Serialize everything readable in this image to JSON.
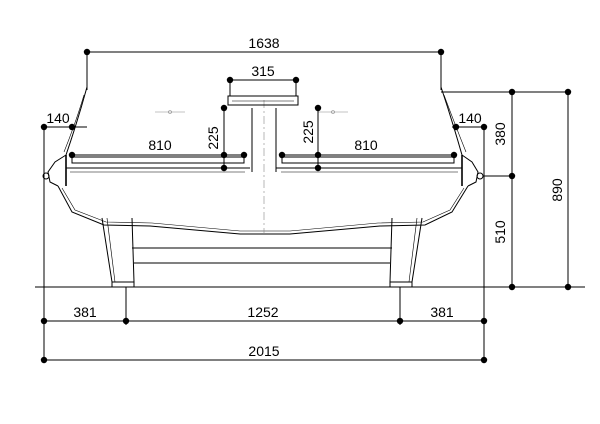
{
  "dimensions": {
    "width_top": "1638",
    "sneeze_guard": "315",
    "overhang_left": "140",
    "overhang_right": "140",
    "shelf_left": "810",
    "shelf_right": "810",
    "shelf_height_left": "225",
    "shelf_height_right": "225",
    "upper_height": "380",
    "lower_height": "510",
    "total_height": "890",
    "base_left": "381",
    "base_center": "1252",
    "base_right": "381",
    "total_width": "2015"
  }
}
